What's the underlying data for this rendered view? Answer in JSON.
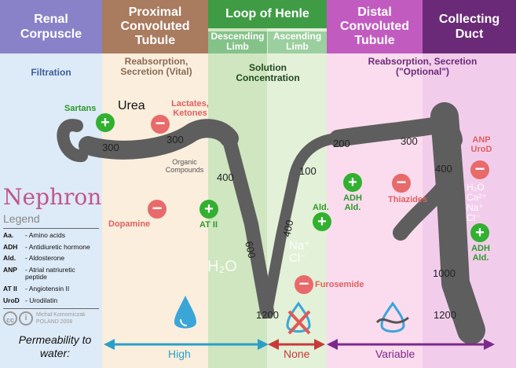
{
  "columns": {
    "renal_corpuscle": {
      "title": "Renal Corpuscle",
      "function": "Filtration"
    },
    "proximal": {
      "title": "Proximal Convoluted Tubule",
      "function": "Reabsorption, Secretion (Vital)"
    },
    "loop": {
      "title": "Loop of Henle",
      "descending": "Descending Limb",
      "ascending": "Ascending Limb",
      "function": "Solution Concentration"
    },
    "distal": {
      "title": "Distal Convoluted Tubule",
      "function": "Reabsorption, Secretion (\"Optional\")"
    },
    "collecting": {
      "title": "Collecting Duct"
    }
  },
  "colors": {
    "renal": "#8a82c8",
    "proximal": "#a97b5f",
    "loop": "#3f9c45",
    "distal": "#c25bc0",
    "collecting": "#6b2a78",
    "tubule": "#5e5e5e",
    "plus": "#32b030",
    "minus": "#e86a6a"
  },
  "osmolarity": {
    "rc": "300",
    "pct": "300",
    "desc_a": "400",
    "desc_b": "600",
    "bottom": "1200",
    "asc_a": "400",
    "asc_b": "100",
    "dct_a": "200",
    "dct_b": "300",
    "cd_a": "400",
    "cd_b": "1000",
    "cd_c": "1200"
  },
  "substances": {
    "urea": "Urea",
    "organic": "Organic Compounds",
    "h2o": "H₂O",
    "nacl": "Na⁺ Cl⁻",
    "cd_ions": "H₂O Ca²⁺ Na⁺ Cl⁻"
  },
  "controls": {
    "sartans": "Sartans",
    "lactates": "Lactates, Ketones",
    "dopamine": "Dopamine",
    "at2": "AT II",
    "ald": "Ald.",
    "furosemide": "Furosemide",
    "adh_ald": "ADH Ald.",
    "thiazides": "Thiazides",
    "anp_urod": "ANP UroD",
    "adh_ald_cd": "ADH Ald."
  },
  "legend": {
    "title": "Nephron",
    "subtitle": "Legend",
    "items": [
      {
        "abbr": "Aa.",
        "desc": "- Amino acids"
      },
      {
        "abbr": "ADH",
        "desc": "- Antidiuretic hormone"
      },
      {
        "abbr": "Ald.",
        "desc": "- Aldosterone"
      },
      {
        "abbr": "ANP",
        "desc": "- Atrial natriuretic peptide"
      },
      {
        "abbr": "AT II",
        "desc": "- Angiotensin II"
      },
      {
        "abbr": "UroD",
        "desc": "- Urodilatin"
      }
    ],
    "credit_line1": "Michał Komorniczak",
    "credit_line2": "POLAND 2008"
  },
  "permeability": {
    "label": "Permeability to water:",
    "high": "High",
    "none": "None",
    "variable": "Variable"
  }
}
